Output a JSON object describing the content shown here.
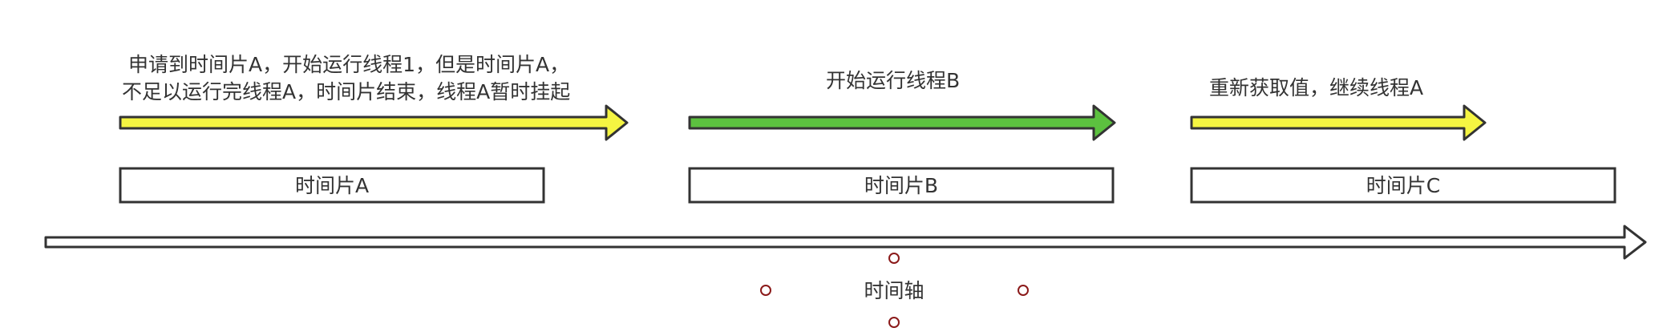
{
  "phases": [
    {
      "description_lines": [
        "申请到时间片A，开始运行线程1，但是时间片A，",
        "不足以运行完线程A，时间片结束，线程A暂时挂起"
      ],
      "arrow_color": "#f5f542",
      "slice_label": "时间片A"
    },
    {
      "description_lines": [
        "开始运行线程B"
      ],
      "arrow_color": "#5cc13f",
      "slice_label": "时间片B"
    },
    {
      "description_lines": [
        "重新获取值，继续线程A"
      ],
      "arrow_color": "#f5f542",
      "slice_label": "时间片C"
    }
  ],
  "timeline": {
    "label": "时间轴",
    "arrow_color": "#ffffff",
    "handle_color": "#8b1a1a"
  },
  "stroke_color": "#333333"
}
